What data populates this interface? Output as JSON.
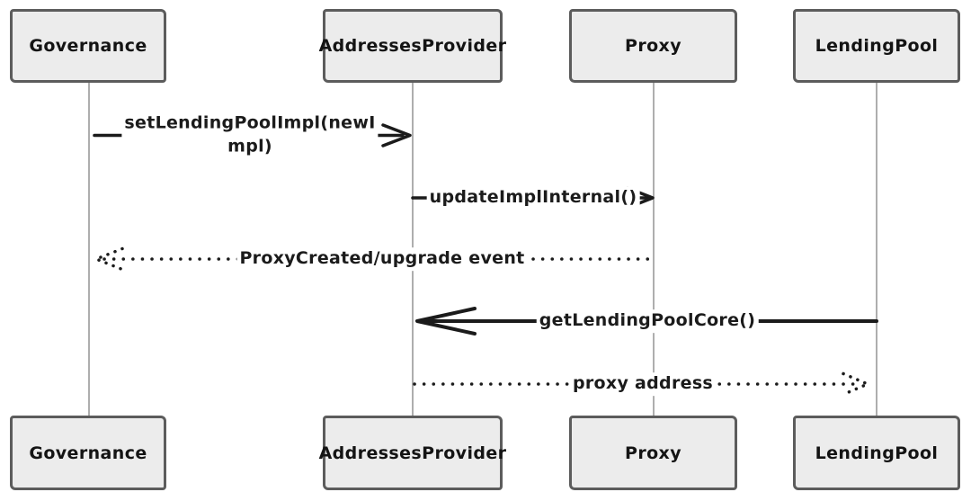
{
  "diagram": {
    "type": "sequence",
    "participants": [
      {
        "name": "Governance"
      },
      {
        "name": "AddressesProvider"
      },
      {
        "name": "Proxy"
      },
      {
        "name": "LendingPool"
      }
    ],
    "messages": [
      {
        "from": "Governance",
        "to": "AddressesProvider",
        "style": "solid-arrow",
        "label": "setLendingPoolImpl(newImpl)",
        "lines": [
          "setLendingPoolImpl(newI",
          "mpl)"
        ]
      },
      {
        "from": "AddressesProvider",
        "to": "Proxy",
        "style": "solid-arrow",
        "label": "updateImplInternal()"
      },
      {
        "from": "Proxy",
        "to": "Governance",
        "style": "dotted-arrow",
        "label": "ProxyCreated/upgrade event"
      },
      {
        "from": "LendingPool",
        "to": "AddressesProvider",
        "style": "solid-arrow",
        "label": "getLendingPoolCore()"
      },
      {
        "from": "AddressesProvider",
        "to": "LendingPool",
        "style": "dotted-arrow",
        "label": "proxy address"
      }
    ],
    "colors": {
      "actor_fill": "#ececec",
      "actor_border": "#5c5c5c",
      "lifeline": "#9a9a9a",
      "ink": "#1b1b1b",
      "background": "#ffffff"
    }
  }
}
